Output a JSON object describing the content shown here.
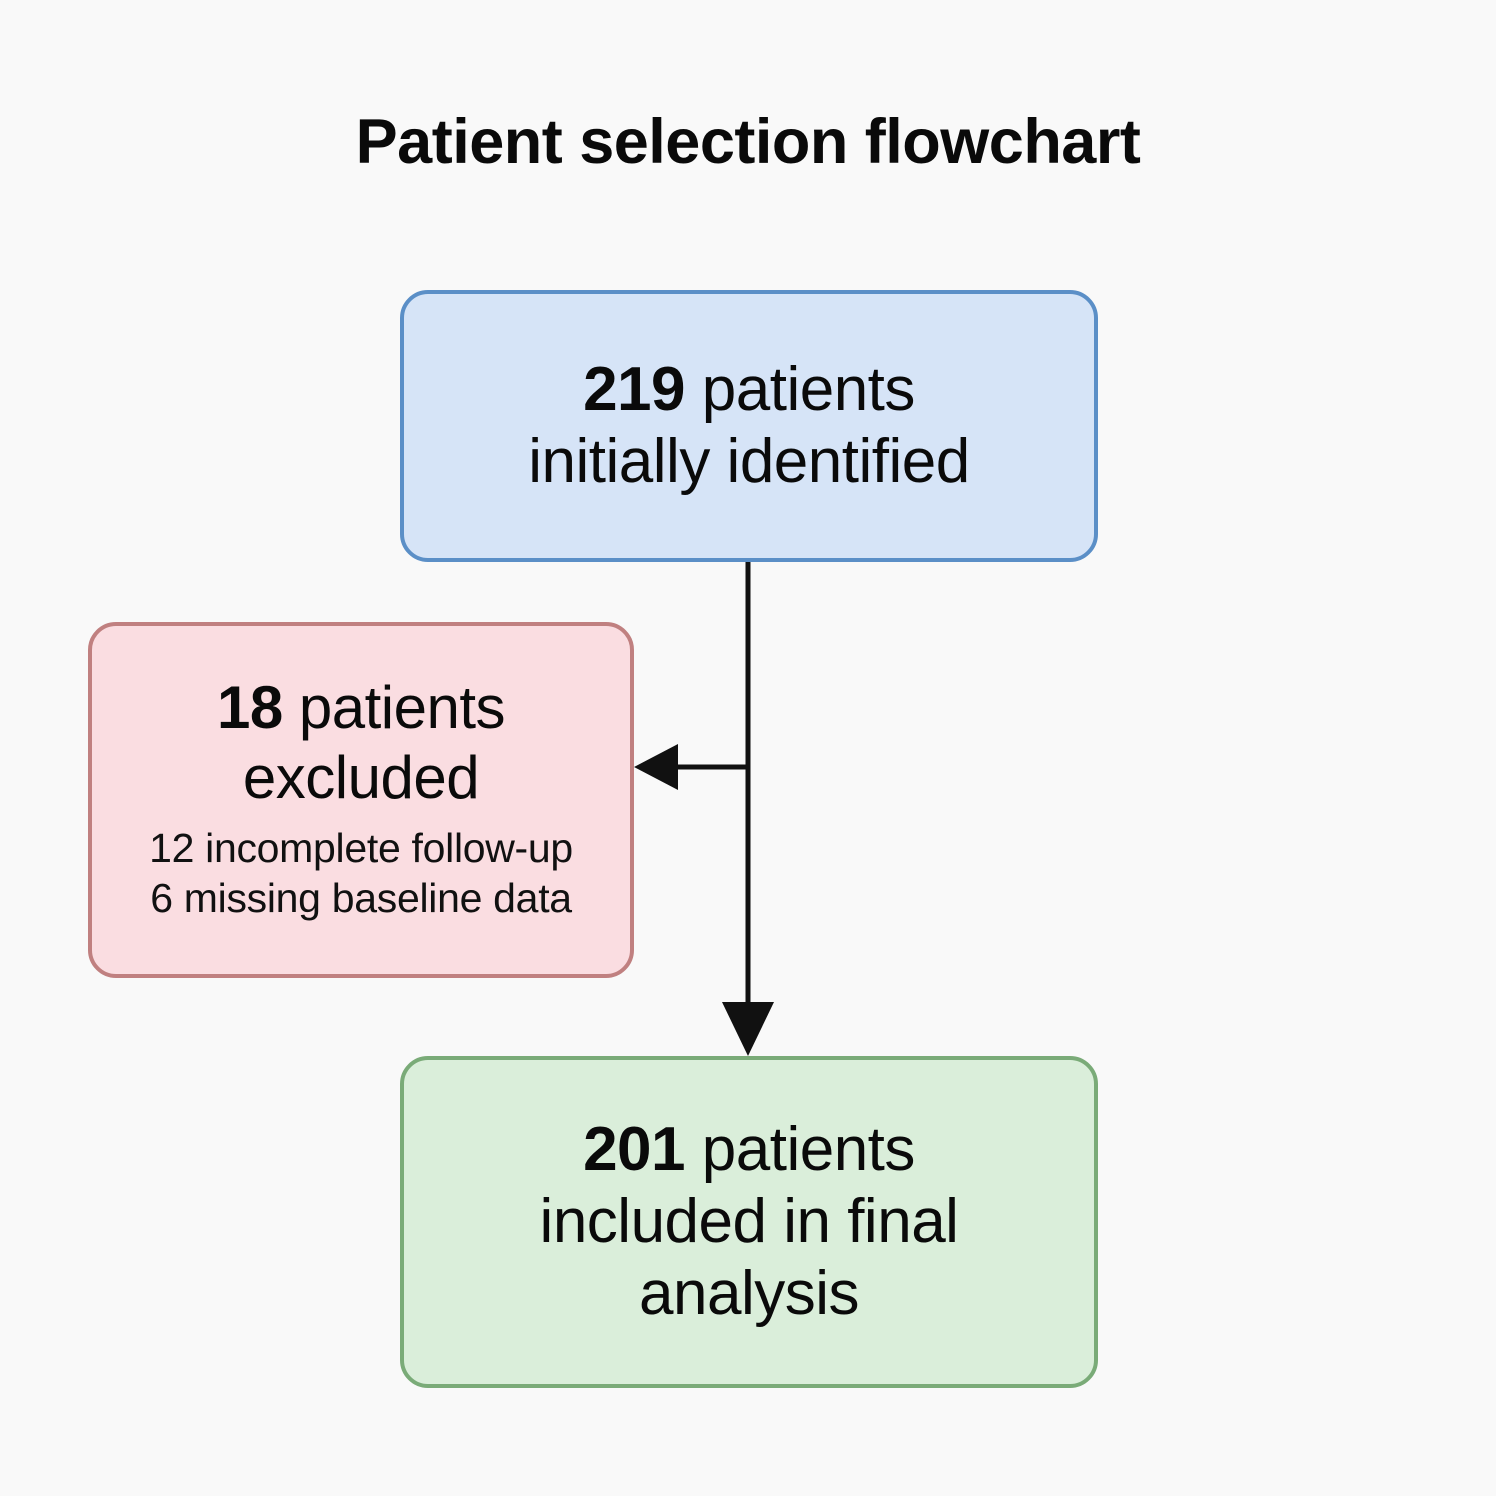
{
  "title": "Patient selection flowchart",
  "background_color": "#f9f9f9",
  "chart_data": {
    "type": "diagram",
    "diagram_kind": "flowchart",
    "title": "Patient selection flowchart",
    "orientation": "top-to-bottom",
    "nodes": [
      {
        "id": "identified",
        "count": 219,
        "count_text": "219",
        "label_rest": " patients",
        "line2": "initially identified",
        "full_text": "219 patients initially identified",
        "fill": "#d6e4f7",
        "stroke": "#5b8fc7"
      },
      {
        "id": "excluded",
        "count": 18,
        "count_text": "18",
        "label_rest": " patients",
        "line2": "excluded",
        "full_text": "18 patients excluded",
        "sub_lines": [
          "12 incomplete follow-up",
          "6 missing baseline data"
        ],
        "fill": "#fadde1",
        "stroke": "#c08080"
      },
      {
        "id": "included",
        "count": 201,
        "count_text": "201",
        "label_rest": " patients",
        "line2": "included in final",
        "line3": "analysis",
        "full_text": "201 patients included in final analysis",
        "fill": "#daeeda",
        "stroke": "#7aab78"
      }
    ],
    "edges": [
      {
        "from": "identified",
        "to": "excluded",
        "direction": "left",
        "arrow": true
      },
      {
        "from": "identified",
        "to": "included",
        "direction": "down",
        "arrow": true
      }
    ]
  }
}
